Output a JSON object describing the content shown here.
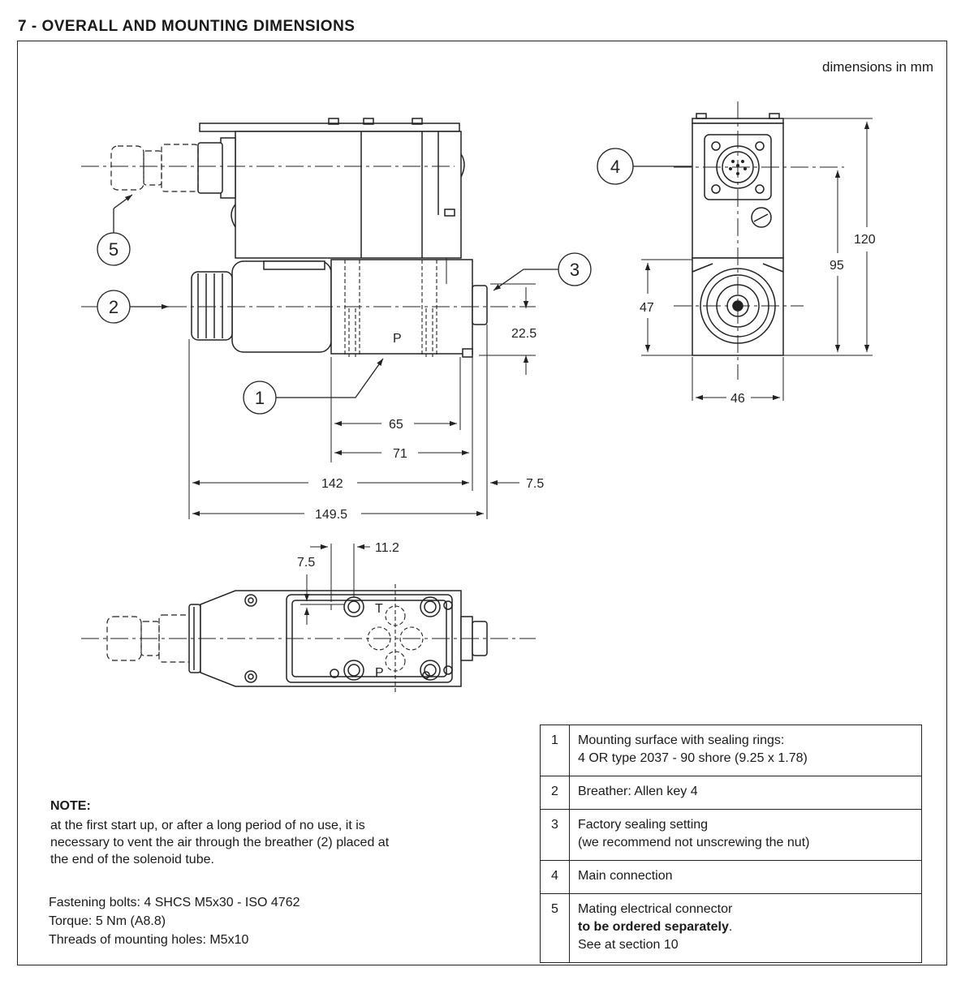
{
  "header": {
    "title": "7 - OVERALL AND MOUNTING DIMENSIONS"
  },
  "drawing": {
    "units_note": "dimensions in mm",
    "callouts": [
      "1",
      "2",
      "3",
      "4",
      "5"
    ],
    "port_labels": {
      "p_side": "P",
      "t_top": "T",
      "p_top": "P"
    },
    "dimensions": {
      "d22_5": "22.5",
      "d65": "65",
      "d71": "71",
      "d142": "142",
      "d7_5_side": "7.5",
      "d149_5": "149.5",
      "d120": "120",
      "d95": "95",
      "d47": "47",
      "d46": "46",
      "d11_2": "11.2",
      "d7_5_top": "7.5"
    }
  },
  "note": {
    "heading": "NOTE:",
    "body": "at the first start up, or after a long period of no use, it is necessary to vent the air through the breather (2) placed at the end of the solenoid tube."
  },
  "bolts": {
    "line1": "Fastening bolts: 4 SHCS M5x30 - ISO 4762",
    "line2": "Torque: 5 Nm (A8.8)",
    "line3": "Threads of mounting holes: M5x10"
  },
  "legend": [
    {
      "num": "1",
      "line1": "Mounting surface with sealing rings:",
      "line2": "4 OR type 2037 - 90 shore (9.25 x 1.78)"
    },
    {
      "num": "2",
      "line1": "Breather: Allen key 4"
    },
    {
      "num": "3",
      "line1": "Factory sealing setting",
      "line2": "(we recommend not unscrewing the nut)"
    },
    {
      "num": "4",
      "line1": "Main connection"
    },
    {
      "num": "5",
      "line1": "Mating electrical connector",
      "line2_bold": "to be ordered separately",
      "line2_rest": ".",
      "line3": "See at section 10"
    }
  ]
}
